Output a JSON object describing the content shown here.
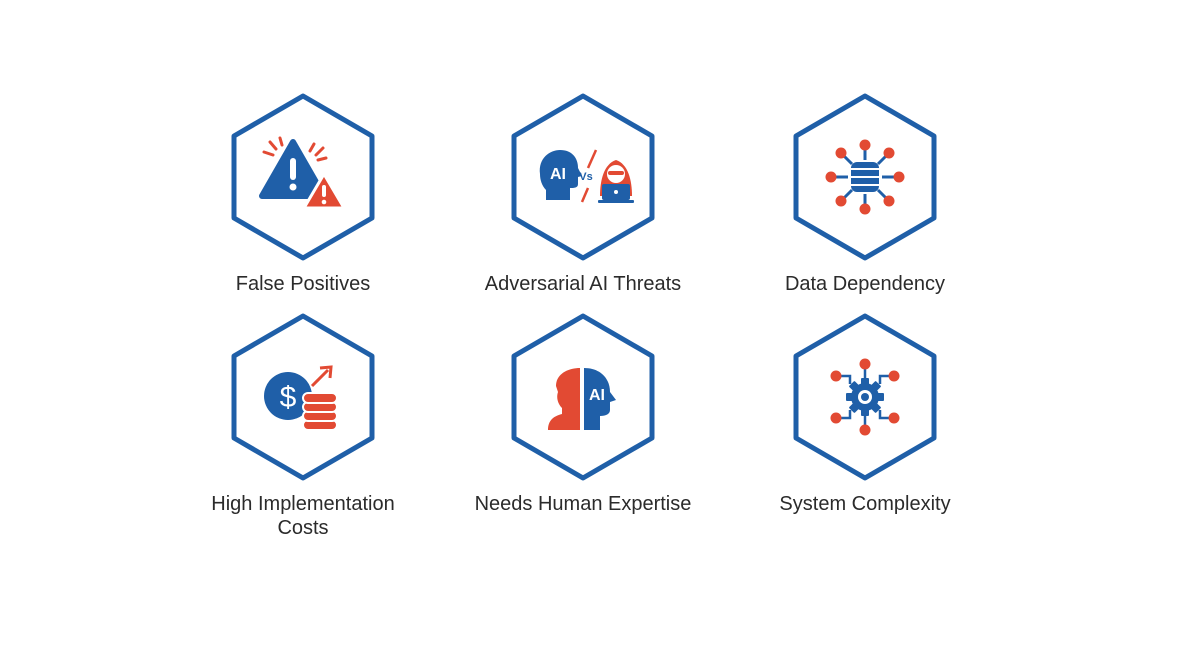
{
  "colors": {
    "blue": "#1f5fa8",
    "red": "#e24a33",
    "text": "#2b2b2b"
  },
  "items": [
    {
      "label": "False Positives",
      "icon": "warning-icon"
    },
    {
      "label": "Adversarial AI Threats",
      "icon": "ai-vs-hacker-icon",
      "icon_text_ai": "AI",
      "icon_text_vs": "Vs"
    },
    {
      "label": "Data Dependency",
      "icon": "database-network-icon"
    },
    {
      "label": "High Implementation\nCosts",
      "icon": "cost-increase-icon",
      "icon_text": "$"
    },
    {
      "label": "Needs Human Expertise",
      "icon": "human-ai-head-icon",
      "icon_text": "AI"
    },
    {
      "label": "System Complexity",
      "icon": "gear-network-icon"
    }
  ]
}
